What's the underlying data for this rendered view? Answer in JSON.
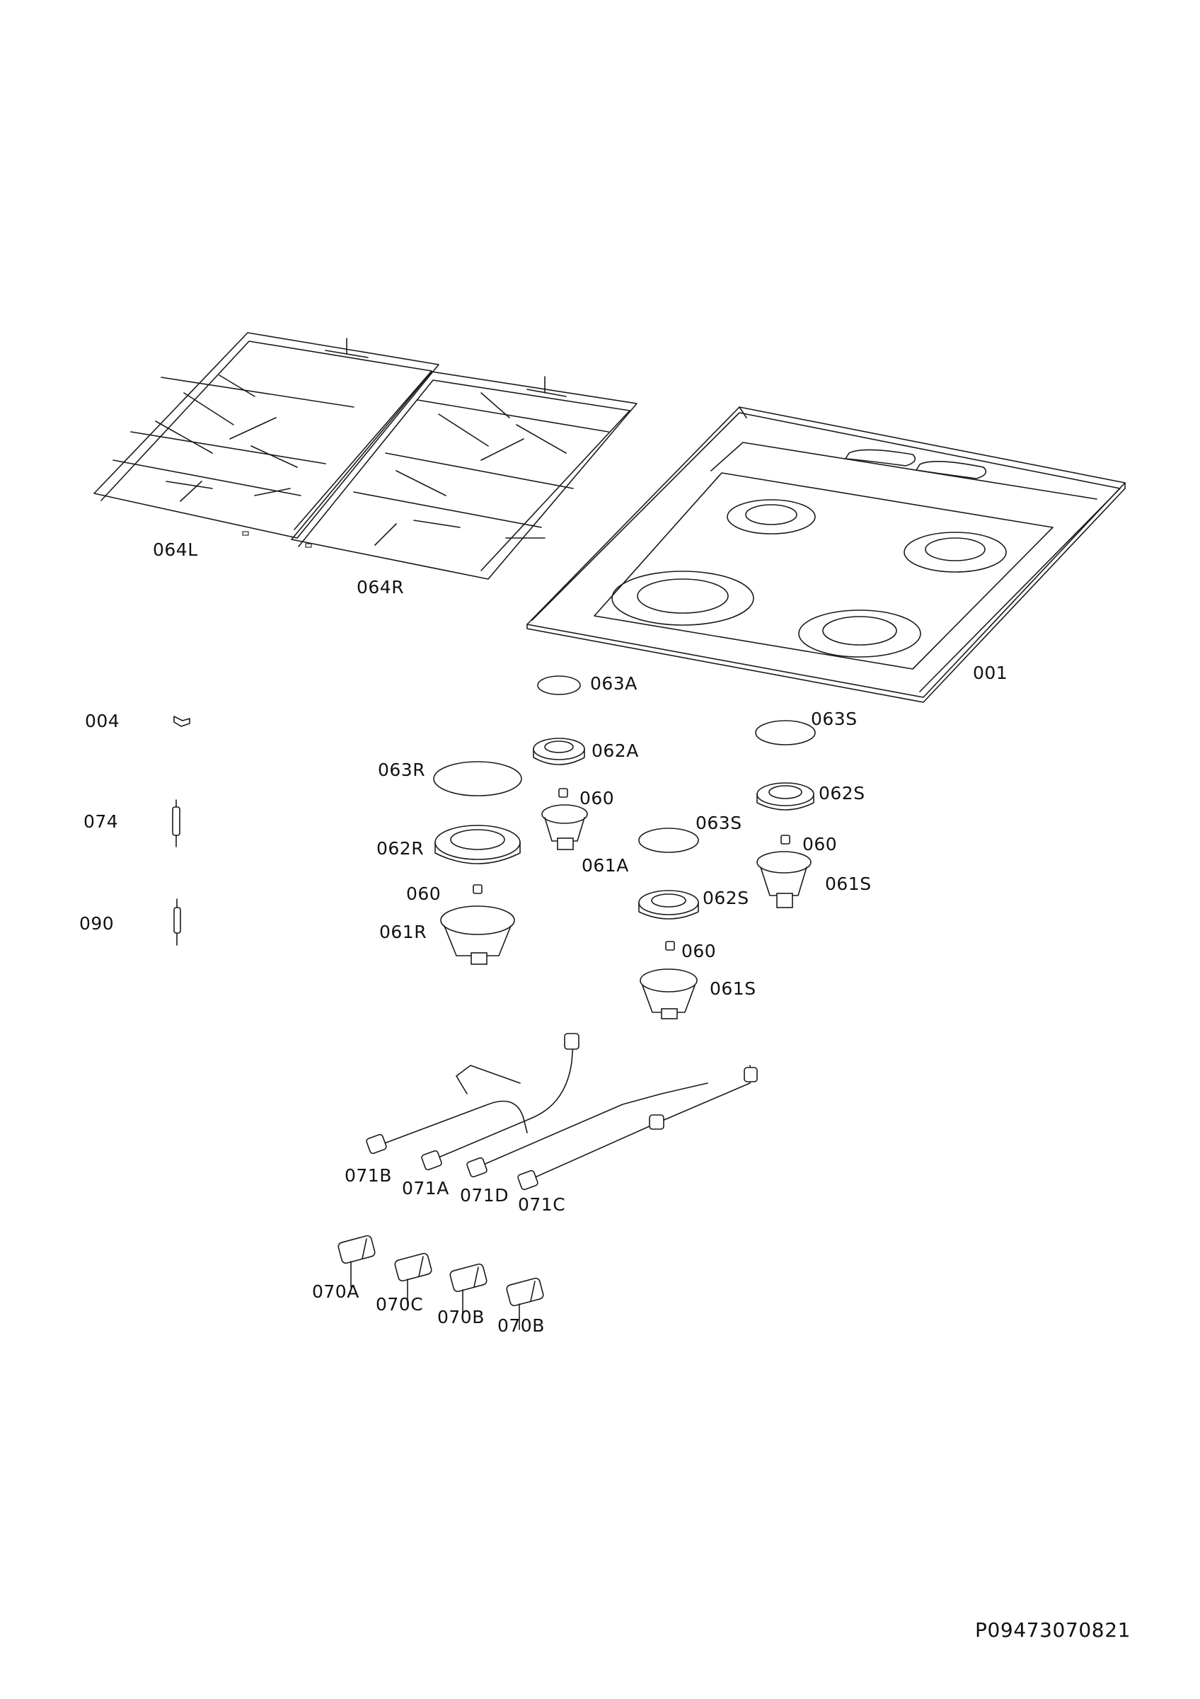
{
  "labels": {
    "064L": "064L",
    "064R": "064R",
    "001": "001",
    "004": "004",
    "074": "074",
    "090": "090",
    "063A": "063A",
    "062A": "062A",
    "060_a": "060",
    "061A": "061A",
    "063R": "063R",
    "062R": "062R",
    "060_r": "060",
    "061R": "061R",
    "063S_1": "063S",
    "062S_1": "062S",
    "060_s1": "060",
    "061S_1": "061S",
    "063S_2": "063S",
    "062S_2": "062S",
    "060_s2": "060",
    "061S_2": "061S",
    "071B": "071B",
    "071A": "071A",
    "071D": "071D",
    "071C": "071C",
    "070A": "070A",
    "070C": "070C",
    "070B_1": "070B",
    "070B_2": "070B"
  },
  "document_number": "P09473070821"
}
